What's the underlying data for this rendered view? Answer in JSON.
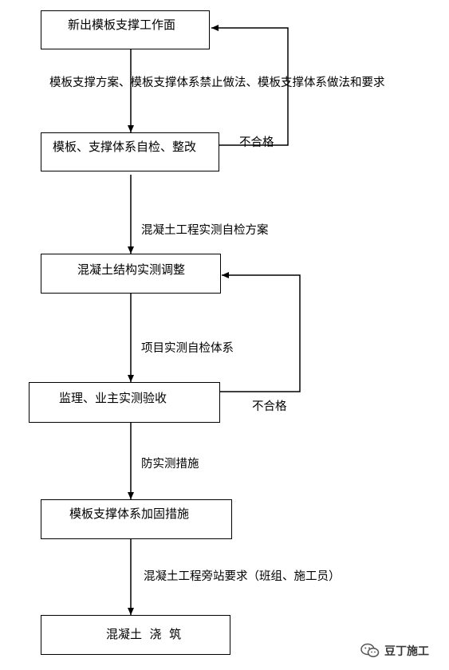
{
  "nodes": {
    "n1": "新出模板支撑工作面",
    "n2": "模板、支撑体系自检、整改",
    "n3": "混凝土结构实测调整",
    "n4": "监理、业主实测验收",
    "n5": "模板支撑体系加固措施",
    "n6": "混凝土  浇  筑"
  },
  "edges": {
    "e1": "模板支撑方案、模板支撑体系禁止做法、模板支撑体系做法和要求",
    "e2": "混凝土工程实测自检方案",
    "e3": "项目实测自检体系",
    "e4": "防实测措施",
    "e5": "混凝土工程旁站要求（班组、施工员）",
    "fail1": "不合格",
    "fail2": "不合格"
  },
  "watermark": {
    "text": "豆丁施工",
    "icon": "wechat-icon"
  },
  "colors": {
    "line": "#000000",
    "watermark": "#3a3a3a"
  }
}
